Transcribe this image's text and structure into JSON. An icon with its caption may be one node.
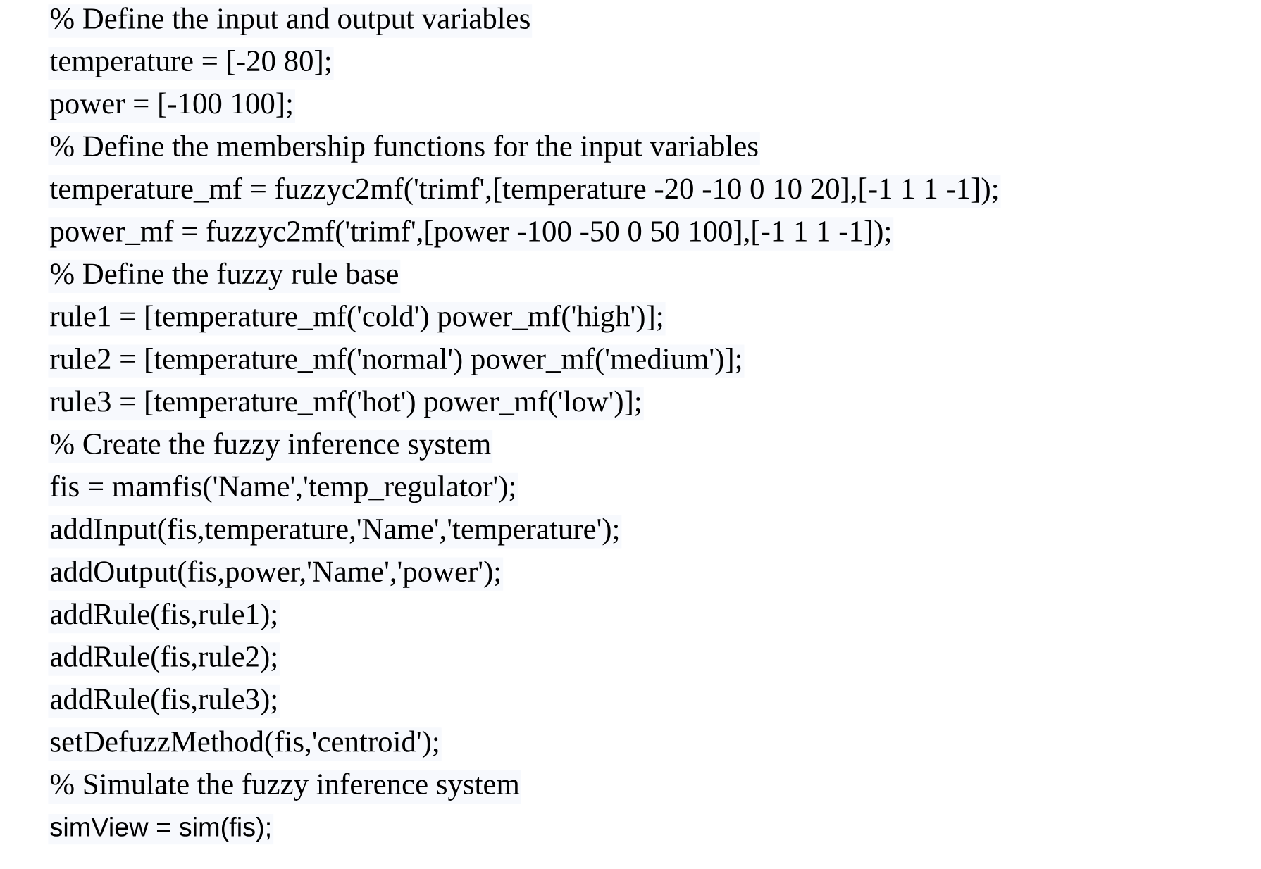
{
  "diagram": {
    "labels": [
      "% Define the input and output variables",
      "temperature = [-20 80];",
      "power = [-100 100];",
      "% Define the membership functions for the input variables",
      "temperature_mf = fuzzyc2mf('trimf',[temperature -20 -10 0 10 20],[-1 1 1 -1]);",
      "power_mf = fuzzyc2mf('trimf',[power -100 -50 0 50 100],[-1 1 1 -1]);",
      "% Define the fuzzy rule base",
      "rule1 = [temperature_mf('cold') power_mf('high')];",
      "rule2 = [temperature_mf('normal') power_mf('medium')];",
      "rule3 = [temperature_mf('hot') power_mf('low')];",
      "% Create the fuzzy inference system",
      "fis = mamfis('Name','temp_regulator');",
      "addInput(fis,temperature,'Name','temperature');",
      "addOutput(fis,power,'Name','power');",
      "addRule(fis,rule1);",
      "addRule(fis,rule2);",
      "addRule(fis,rule3);",
      "setDefuzzMethod(fis,'centroid');",
      "% Simulate the fuzzy inference system",
      "simView = sim(fis);"
    ]
  }
}
